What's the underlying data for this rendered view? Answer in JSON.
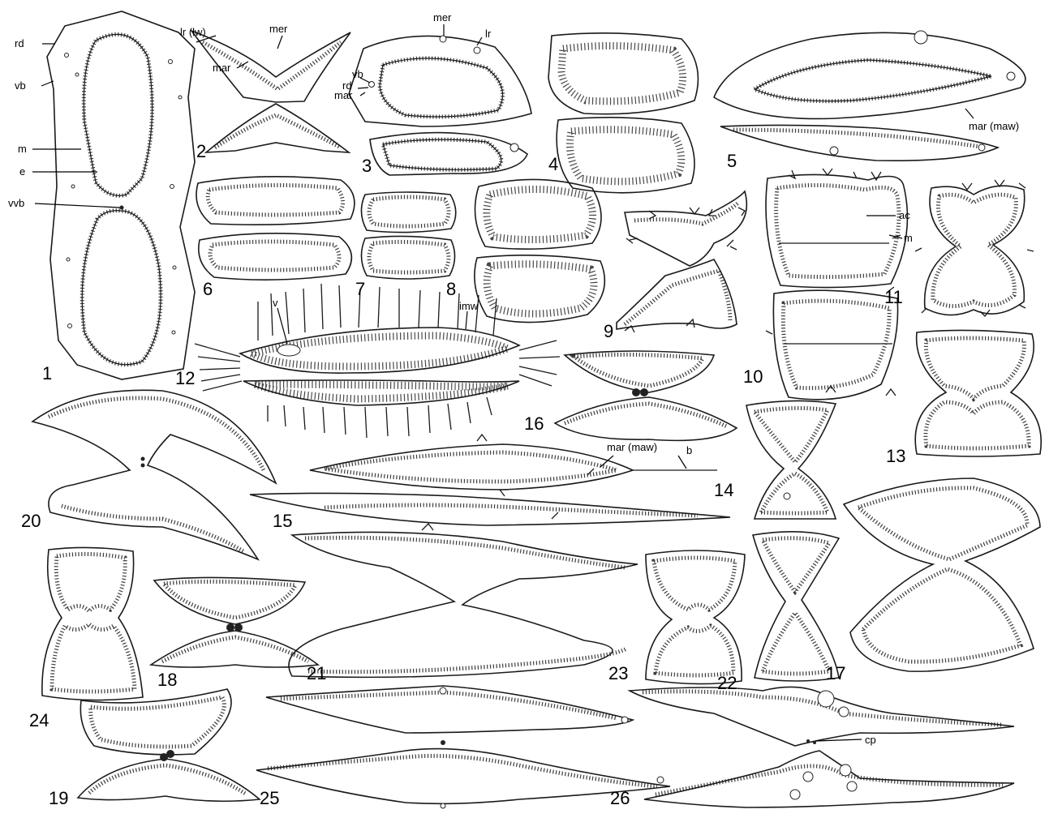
{
  "figure_numbers": [
    "1",
    "2",
    "3",
    "4",
    "5",
    "6",
    "7",
    "8",
    "9",
    "10",
    "11",
    "12",
    "13",
    "14",
    "15",
    "16",
    "17",
    "18",
    "19",
    "20",
    "21",
    "22",
    "23",
    "24",
    "25",
    "26"
  ],
  "labels": {
    "rd": "rd",
    "vb": "vb",
    "m": "m",
    "e": "e",
    "vvb": "vvb",
    "lr_lw": "lr (lw)",
    "mer": "mer",
    "mar": "mar",
    "lr": "lr",
    "mar_maw": "mar (maw)",
    "v": "v",
    "imw": "imw",
    "ac": "ac",
    "b": "b",
    "cp": "cp"
  }
}
